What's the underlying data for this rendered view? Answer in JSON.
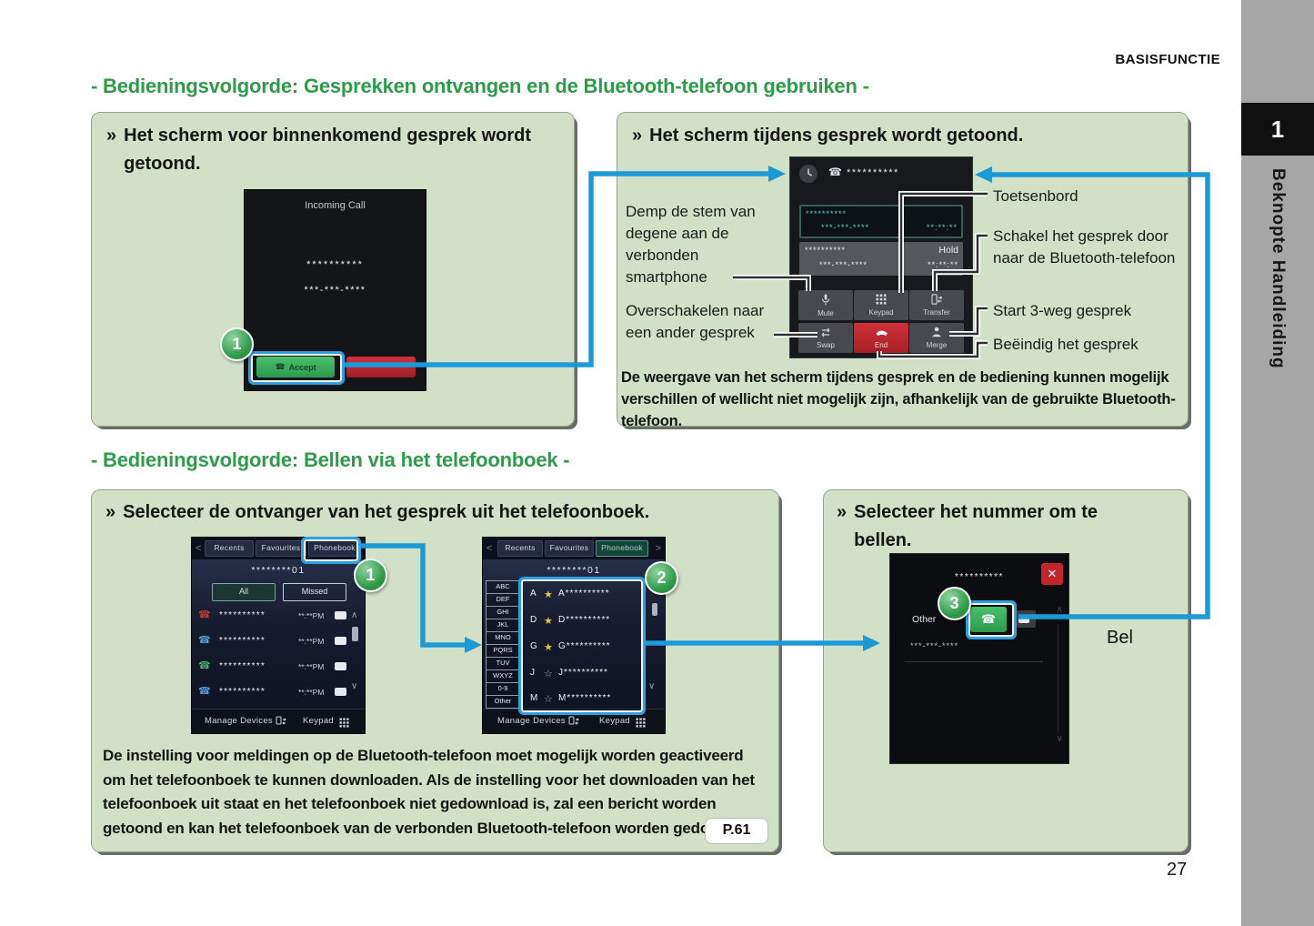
{
  "header": {
    "section_label": "BASISFUNCTIE",
    "page_number": "27"
  },
  "sidebar": {
    "tab_number": "1",
    "tab_title": "Beknopte Handleiding"
  },
  "ui": {
    "bullet": "»",
    "back_chevron": "<",
    "forward_chevron": ">",
    "up_chevron": "∧",
    "down_chevron": "∨",
    "close": "✕"
  },
  "colors": {
    "heading_green": "#2e9b48",
    "panel_green": "#d2e0c8",
    "arrow_blue": "#1b9ad7",
    "accept_green": "#3eba63",
    "end_red": "#c4242c",
    "highlight_blue": "#2e9fe0"
  },
  "section1": {
    "title": "- Bedieningsvolgorde: Gesprekken ontvangen en de Bluetooth-telefoon gebruiken -",
    "incoming": {
      "heading": "Het scherm voor binnenkomend gesprek wordt getoond.",
      "step": "1",
      "screen": {
        "title": "Incoming Call",
        "name": "**********",
        "number": "***-***-****",
        "accept": "Accept"
      }
    },
    "incall": {
      "heading": "Het scherm tijdens gesprek wordt getoond.",
      "screen": {
        "header_number": "**********",
        "active_call": {
          "name": "**********",
          "number": "***-***-****",
          "duration": "**:**:**"
        },
        "held_call": {
          "name": "**********",
          "number": "***-***-****",
          "status": "Hold",
          "duration": "**:**:**"
        },
        "btn_mute": "Mute",
        "btn_keypad": "Keypad",
        "btn_transfer": "Transfer",
        "btn_swap": "Swap",
        "btn_end": "End",
        "btn_merge": "Merge"
      },
      "label_mute": "Demp de stem van degene aan de verbonden smartphone",
      "label_swap": "Overschakelen naar een ander gesprek",
      "label_keypad": "Toetsenbord",
      "label_transfer": "Schakel het gesprek door naar de Bluetooth-telefoon",
      "label_merge": "Start 3-weg gesprek",
      "label_end": "Beëindig het gesprek",
      "note": "De weergave van het scherm tijdens gesprek en de bediening kunnen mogelijk verschillen of wellicht niet mogelijk zijn, afhankelijk van de gebruikte Bluetooth-telefoon."
    }
  },
  "section2": {
    "title": "- Bedieningsvolgorde: Bellen via het telefoonboek -",
    "phonebook": {
      "heading": "Selecteer de ontvanger van het gesprek uit het telefoonboek.",
      "step1": "1",
      "step2": "2",
      "recents_screen": {
        "tabs": [
          "Recents",
          "Favourites",
          "Phonebook"
        ],
        "device": "********01",
        "filters": [
          "All",
          "Missed"
        ],
        "rows": [
          {
            "icon": "missed-call-icon",
            "name": "**********",
            "time": "**:**PM"
          },
          {
            "icon": "incoming-call-icon",
            "name": "**********",
            "time": "**:**PM"
          },
          {
            "icon": "outgoing-call-icon",
            "name": "**********",
            "time": "**:**PM"
          },
          {
            "icon": "incoming-call-icon",
            "name": "**********",
            "time": "**:**PM"
          }
        ],
        "manage_devices": "Manage Devices",
        "keypad": "Keypad"
      },
      "contacts_screen": {
        "tabs": [
          "Recents",
          "Favourites",
          "Phonebook"
        ],
        "device": "********01",
        "index": [
          "ABC",
          "DEF",
          "GHI",
          "JKL",
          "MNO",
          "PQRS",
          "TUV",
          "WXYZ",
          "0-9",
          "Other"
        ],
        "contacts": [
          {
            "letter": "A",
            "star": "★",
            "name": "A**********"
          },
          {
            "letter": "D",
            "star": "★",
            "name": "D**********"
          },
          {
            "letter": "G",
            "star": "★",
            "name": "G**********"
          },
          {
            "letter": "J",
            "star": "☆",
            "name": "J**********"
          },
          {
            "letter": "M",
            "star": "☆",
            "name": "M**********"
          }
        ],
        "manage_devices": "Manage Devices",
        "keypad": "Keypad"
      },
      "note": "De instelling voor meldingen op de Bluetooth-telefoon moet mogelijk worden geactiveerd om het telefoonboek te kunnen downloaden. Als de instelling voor het downloaden van het telefoonboek uit staat en het telefoonboek niet gedownload is, zal een bericht worden getoond en kan het telefoonboek van de verbonden Bluetooth-telefoon worden gedownload.",
      "page_ref": "P.61"
    },
    "dial": {
      "heading": "Selecteer het nummer om te bellen.",
      "step3": "3",
      "screen": {
        "name": "**********",
        "number_type": "Other",
        "number": "***-***-****"
      },
      "call_label": "Bel"
    }
  }
}
